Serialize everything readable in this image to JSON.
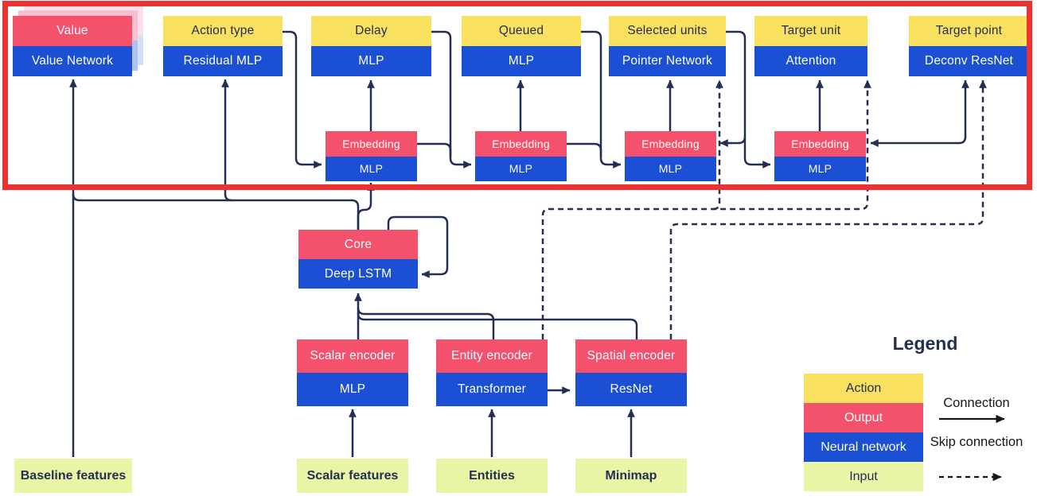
{
  "heads": [
    {
      "action": "Value",
      "network": "Value Network"
    },
    {
      "action": "Action type",
      "network": "Residual MLP"
    },
    {
      "action": "Delay",
      "network": "MLP"
    },
    {
      "action": "Queued",
      "network": "MLP"
    },
    {
      "action": "Selected units",
      "network": "Pointer Network"
    },
    {
      "action": "Target unit",
      "network": "Attention"
    },
    {
      "action": "Target point",
      "network": "Deconv ResNet"
    }
  ],
  "embeddings": [
    {
      "output": "Embedding",
      "network": "MLP"
    },
    {
      "output": "Embedding",
      "network": "MLP"
    },
    {
      "output": "Embedding",
      "network": "MLP"
    },
    {
      "output": "Embedding",
      "network": "MLP"
    }
  ],
  "core": {
    "output": "Core",
    "network": "Deep LSTM"
  },
  "encoders": [
    {
      "output": "Scalar encoder",
      "network": "MLP"
    },
    {
      "output": "Entity encoder",
      "network": "Transformer"
    },
    {
      "output": "Spatial encoder",
      "network": "ResNet"
    }
  ],
  "inputs": [
    {
      "label": "Baseline features"
    },
    {
      "label": "Scalar features"
    },
    {
      "label": "Entities"
    },
    {
      "label": "Minimap"
    }
  ],
  "legend": {
    "title": "Legend",
    "items": [
      {
        "label": "Action"
      },
      {
        "label": "Output"
      },
      {
        "label": "Neural network"
      },
      {
        "label": "Input"
      }
    ],
    "connection_label": "Connection",
    "skip_connection_label": "Skip connection"
  },
  "colors": {
    "action_yellow": "#f9e05e",
    "output_pink": "#f4516c",
    "network_blue": "#1b50d4",
    "input_green": "#e9f5a4",
    "wire_navy": "#232e52",
    "frame_red": "#f03131"
  }
}
